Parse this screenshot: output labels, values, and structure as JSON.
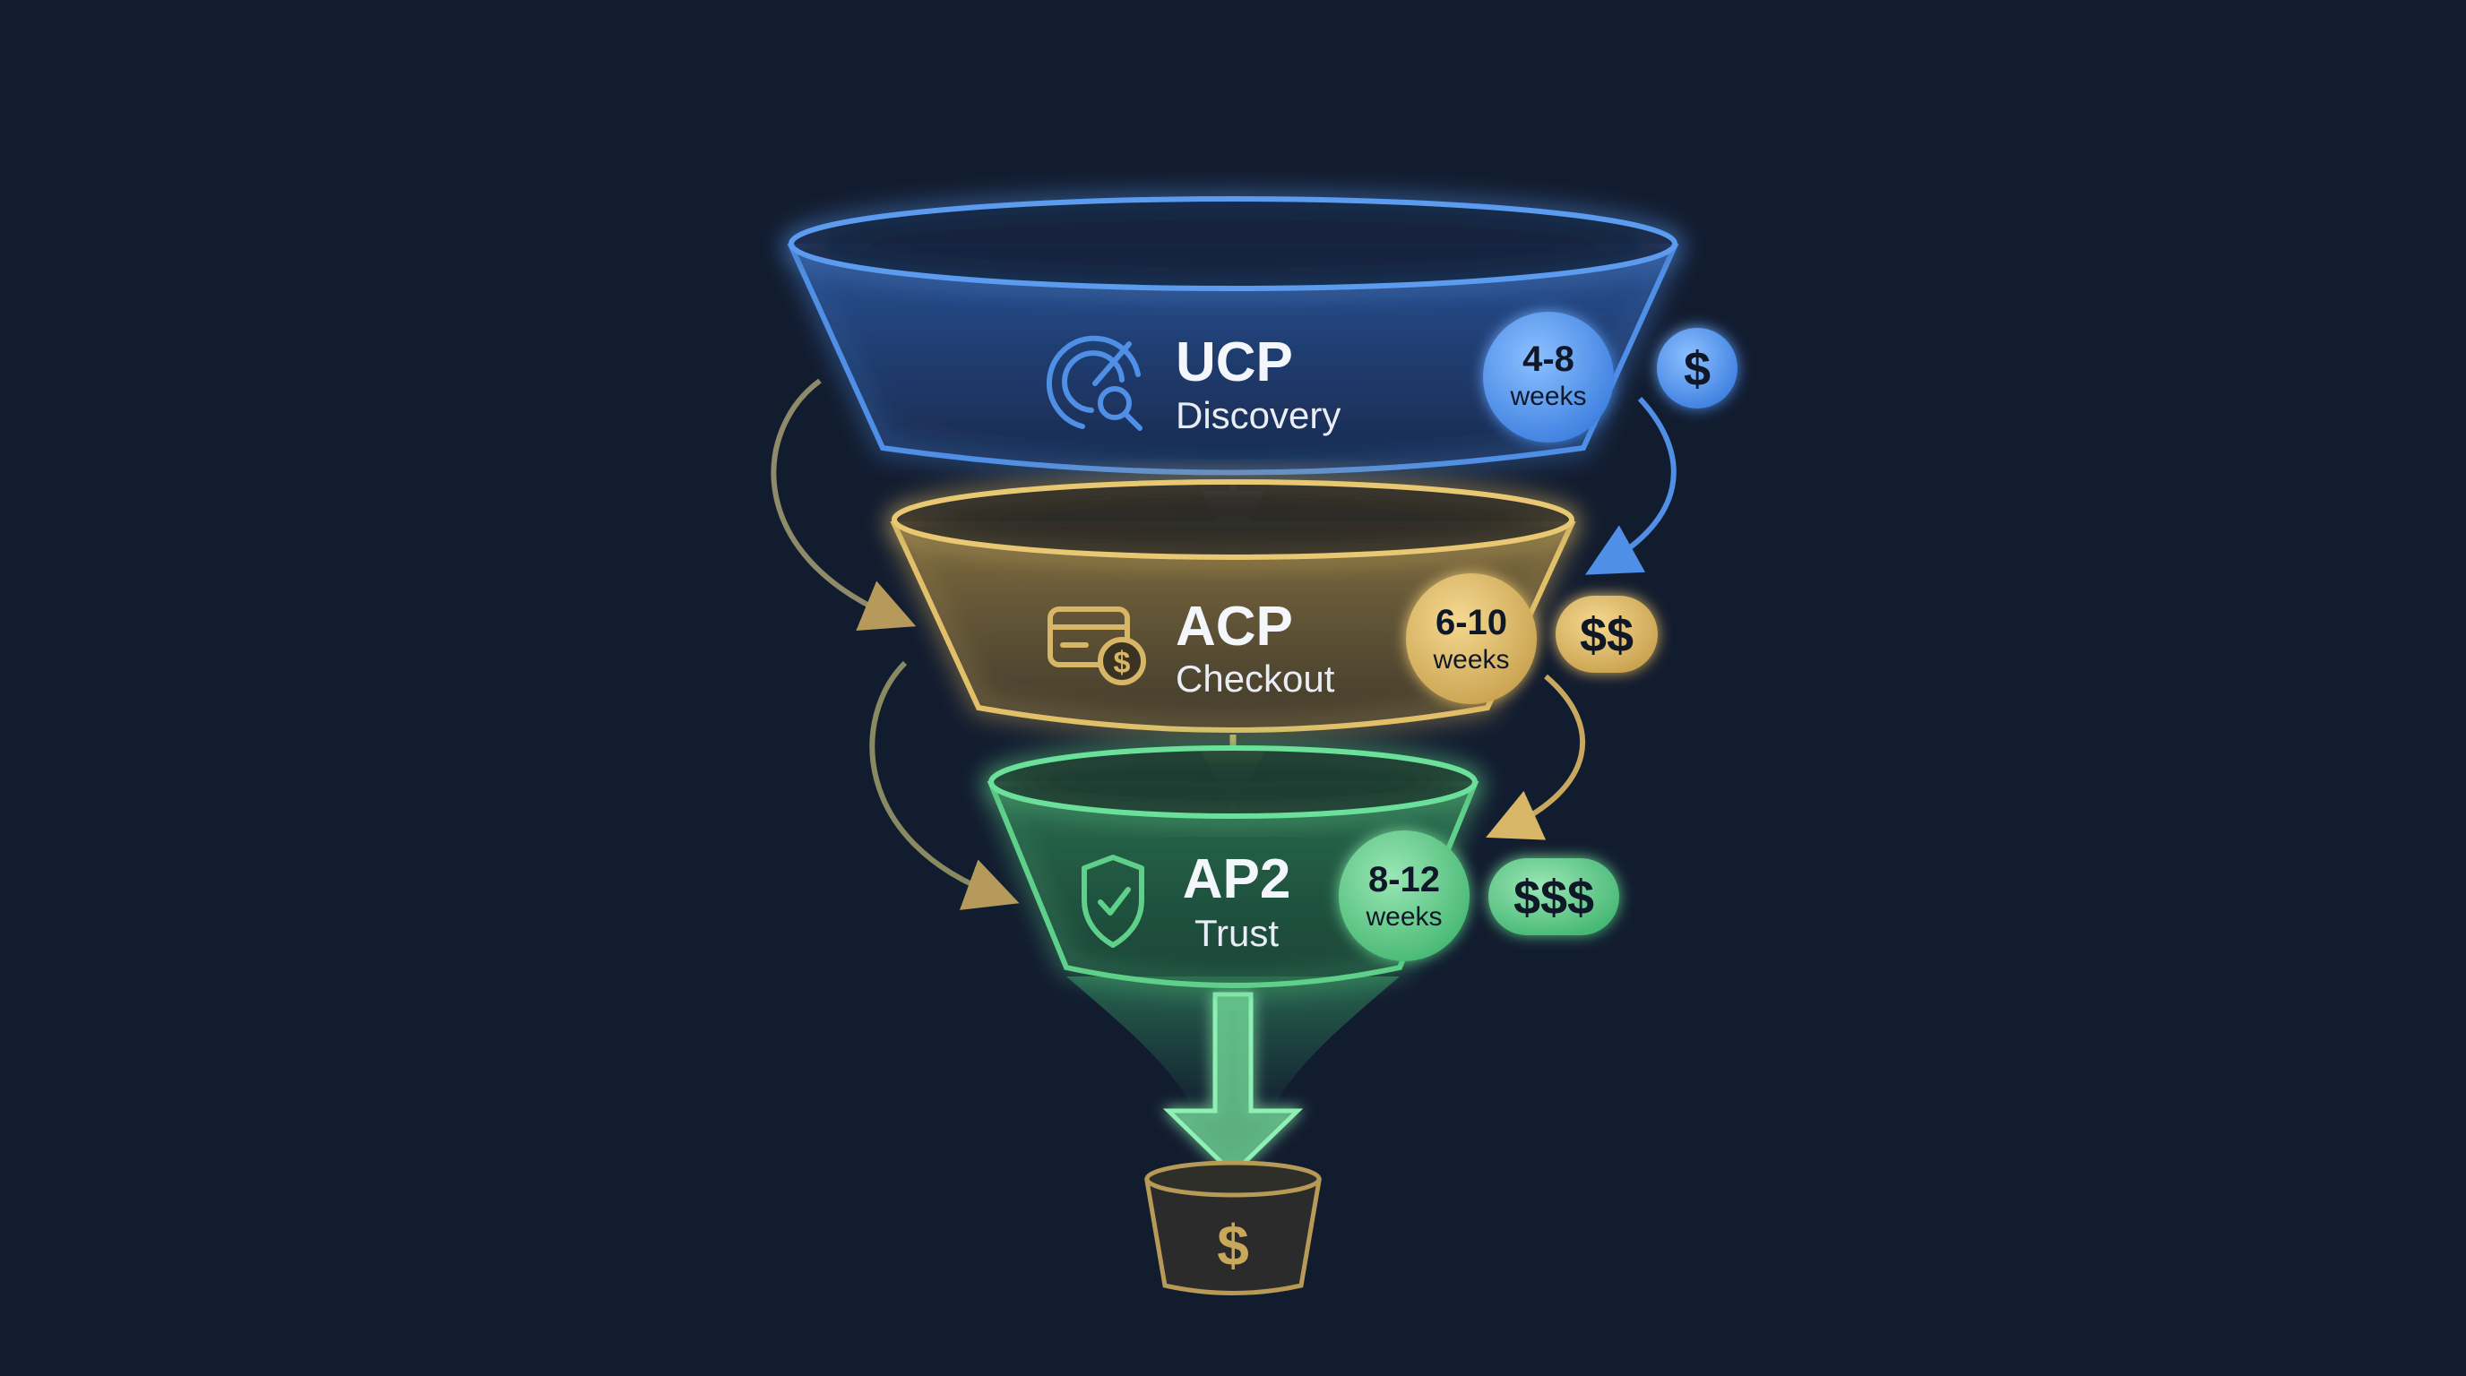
{
  "colors": {
    "background": "#121c2f",
    "discovery": "#4f8fe6",
    "checkout": "#e2c06a",
    "trust": "#5fd08a",
    "pail": "#b79a55"
  },
  "stages": [
    {
      "title": "UCP",
      "subtitle": "Discovery",
      "icon": "radar-search-icon",
      "duration_value": "4-8",
      "duration_unit": "weeks",
      "cost": "$"
    },
    {
      "title": "ACP",
      "subtitle": "Checkout",
      "icon": "credit-card-dollar-icon",
      "duration_value": "6-10",
      "duration_unit": "weeks",
      "cost": "$$"
    },
    {
      "title": "AP2",
      "subtitle": "Trust",
      "icon": "shield-check-icon",
      "duration_value": "8-12",
      "duration_unit": "weeks",
      "cost": "$$$"
    }
  ],
  "output": {
    "symbol": "$",
    "icon": "dollar-bucket-icon"
  }
}
